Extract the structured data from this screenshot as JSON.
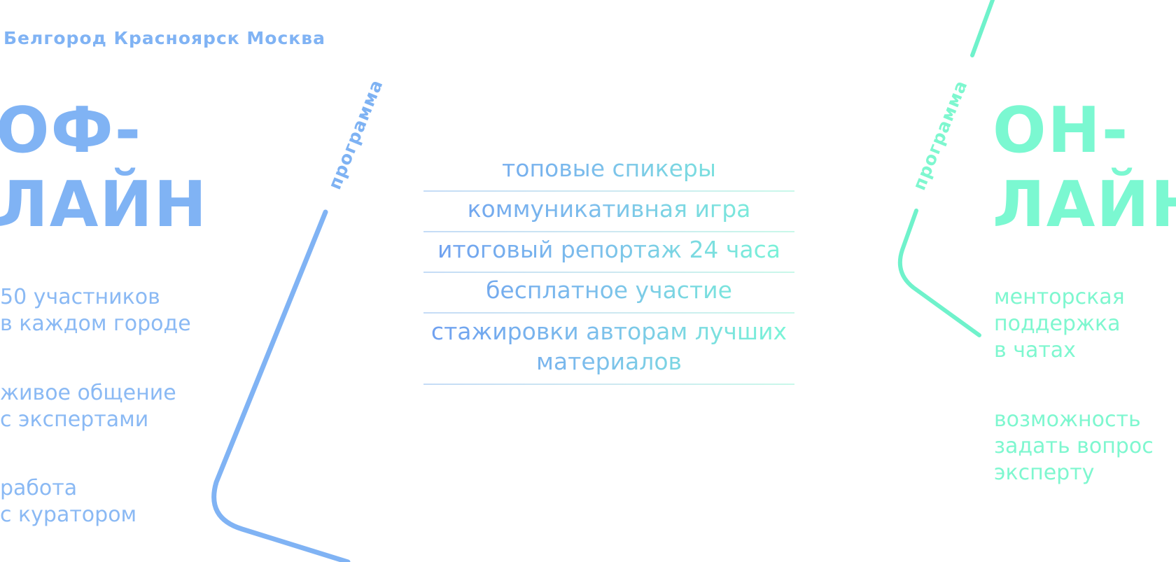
{
  "header": {
    "cities": "Белгород Красноярск Москва"
  },
  "offline": {
    "title_line1": "ОФ-",
    "title_line2": "ЛАЙН",
    "program_label": "программа",
    "features": [
      {
        "line1": "50 участников",
        "line2": "в каждом городе"
      },
      {
        "line1": "живое общение",
        "line2": "с экспертами"
      },
      {
        "line1": "работа",
        "line2": "с куратором"
      }
    ]
  },
  "online": {
    "title_line1": "ОН-",
    "title_line2": "ЛАЙН",
    "program_label": "программа",
    "features": [
      {
        "line1": "менторская",
        "line2": "поддержка",
        "line3": "в чатах"
      },
      {
        "line1": "возможность",
        "line2": "задать вопрос",
        "line3": "эксперту"
      }
    ]
  },
  "center": {
    "items": [
      "топовые спикеры",
      "коммуникативная игра",
      "итоговый репортаж 24 часа",
      "бесплатное участие",
      "стажировки авторам лучших материалов"
    ]
  },
  "colors": {
    "offline_accent": "#80b3f4",
    "online_accent": "#7bf8d1",
    "divider": "#cde3f4"
  }
}
